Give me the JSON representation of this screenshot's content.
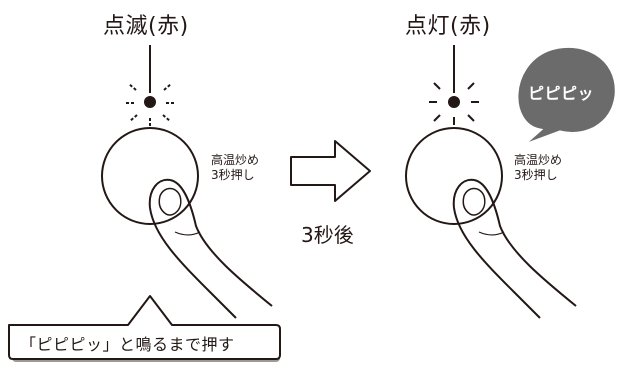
{
  "left_panel": {
    "state_label": "点滅(赤)",
    "button_caption_line1": "高温炒め",
    "button_caption_line2": "3秒押し"
  },
  "transition": {
    "after_label": "3秒後"
  },
  "right_panel": {
    "state_label": "点灯(赤)",
    "button_caption_line1": "高温炒め",
    "button_caption_line2": "3秒押し",
    "beep_bubble_text": "ピピピッ"
  },
  "instruction_callout": {
    "text": "「ピピピッ」と鳴るまで押す"
  },
  "colors": {
    "line": "#231815",
    "bubble_fill": "#6b6b6b",
    "bubble_text": "#ffffff"
  },
  "icons": [
    "blinking-led-icon",
    "lit-led-icon",
    "finger-press-icon",
    "right-arrow-icon"
  ]
}
